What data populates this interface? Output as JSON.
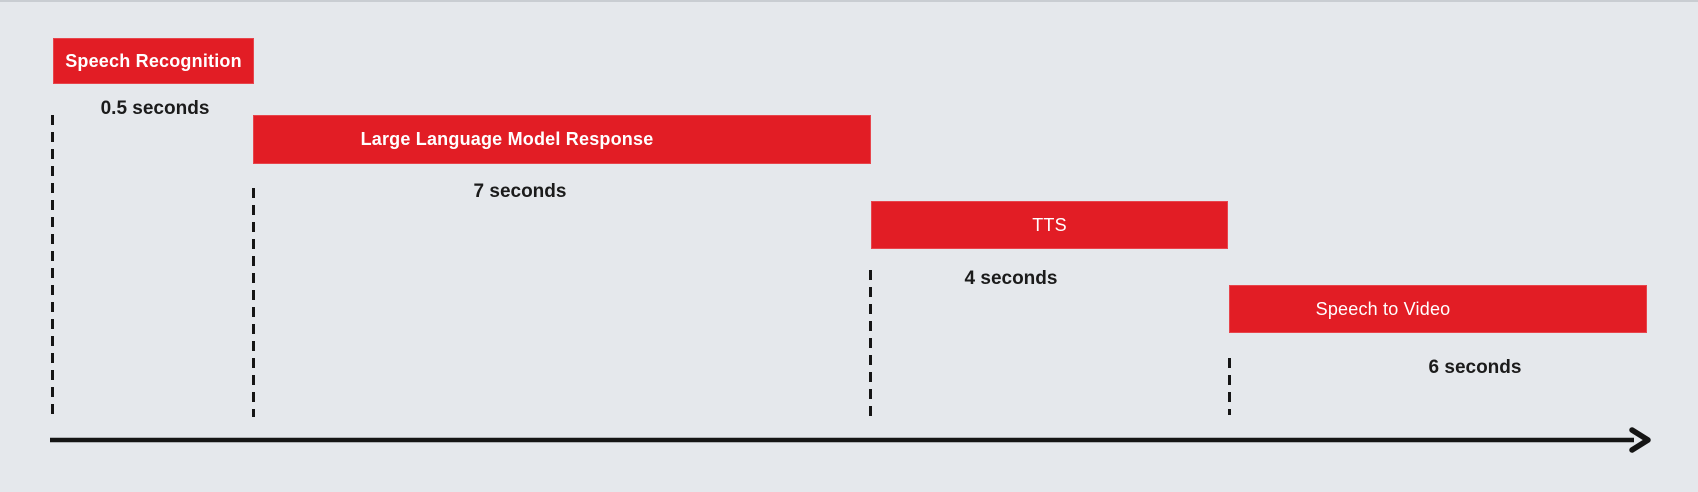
{
  "colors": {
    "background": "#e5e8ec",
    "accent_red": "#e21d25",
    "text_dark": "#1b1b1b",
    "line_black": "#151515",
    "top_edge": "#c9cdd2"
  },
  "timeline": {
    "stages": [
      {
        "label": "Speech Recognition",
        "duration_label": "0.5 seconds",
        "duration_seconds": 0.5
      },
      {
        "label": "Large Language Model Response",
        "duration_label": "7 seconds",
        "duration_seconds": 7
      },
      {
        "label": "TTS",
        "duration_label": "4 seconds",
        "duration_seconds": 4
      },
      {
        "label": "Speech to Video",
        "duration_label": "6 seconds",
        "duration_seconds": 6
      }
    ],
    "axis": {
      "description": "time-arrow"
    }
  }
}
